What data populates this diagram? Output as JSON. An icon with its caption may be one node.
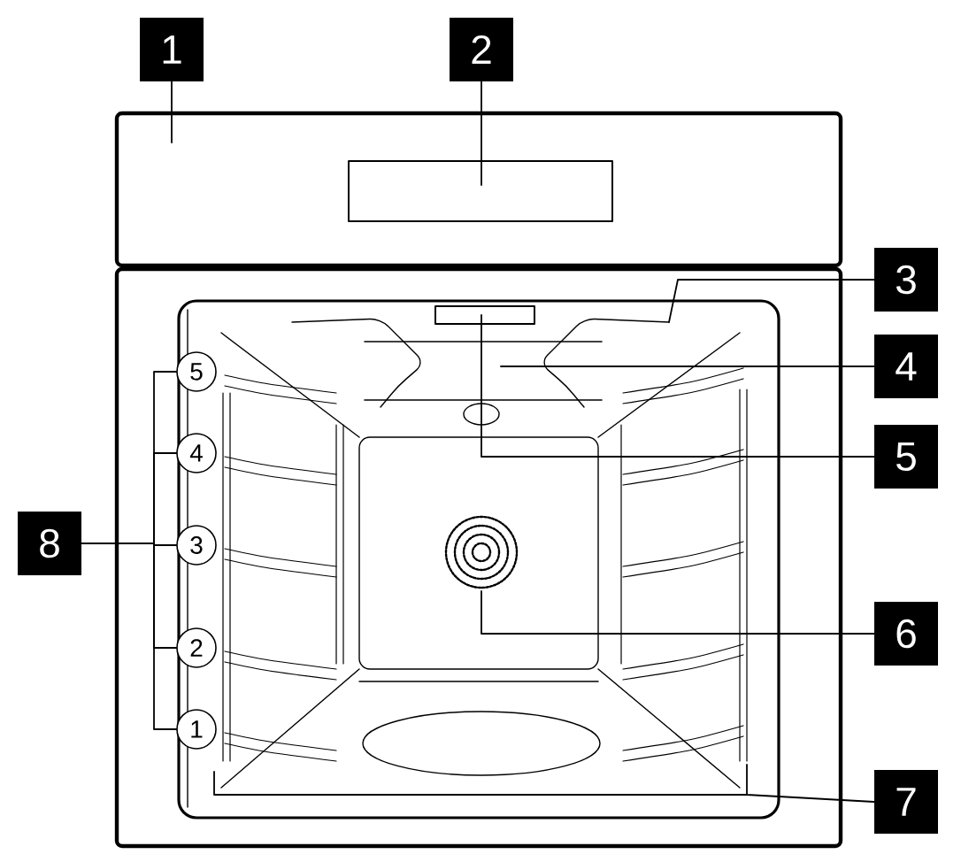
{
  "diagram": {
    "nodes": [
      {
        "text": [
          "1"
        ]
      },
      {
        "text": [
          "2"
        ]
      },
      {
        "text": [],
        "shape": "box"
      },
      {
        "text": [],
        "shape": "box",
        "in": 2
      },
      {
        "text": [
          "3"
        ]
      },
      {
        "text": [
          "4"
        ]
      },
      {
        "text": [
          "5"
        ]
      },
      {
        "text": [
          "8"
        ]
      },
      {
        "text": [
          "5"
        ]
      },
      {
        "text": [
          "4"
        ]
      },
      {
        "text": [
          "3"
        ]
      },
      {
        "text": [
          "2"
        ]
      },
      {
        "text": [
          "1"
        ]
      },
      {
        "text": [
          "6"
        ]
      },
      {
        "text": [
          "7"
        ]
      }
    ],
    "edges": [
      {
        "from": 0,
        "to": 2,
        "arrow": "none"
      },
      {
        "from": 1,
        "to": 3,
        "arrow": "none"
      },
      {
        "from": 4,
        "to": null,
        "arrow": "none"
      },
      {
        "from": 5,
        "to": null,
        "arrow": "none"
      },
      {
        "from": 6,
        "to": null,
        "arrow": "none"
      },
      {
        "from": 7,
        "to": 8,
        "arrow": "none"
      },
      {
        "from": 7,
        "to": 9,
        "arrow": "none"
      },
      {
        "from": 7,
        "to": 10,
        "arrow": "none"
      },
      {
        "from": 7,
        "to": 11,
        "arrow": "none"
      },
      {
        "from": 7,
        "to": 12,
        "arrow": "none"
      },
      {
        "from": 13,
        "to": null,
        "arrow": "none"
      },
      {
        "from": 14,
        "to": null,
        "arrow": "none"
      }
    ]
  }
}
